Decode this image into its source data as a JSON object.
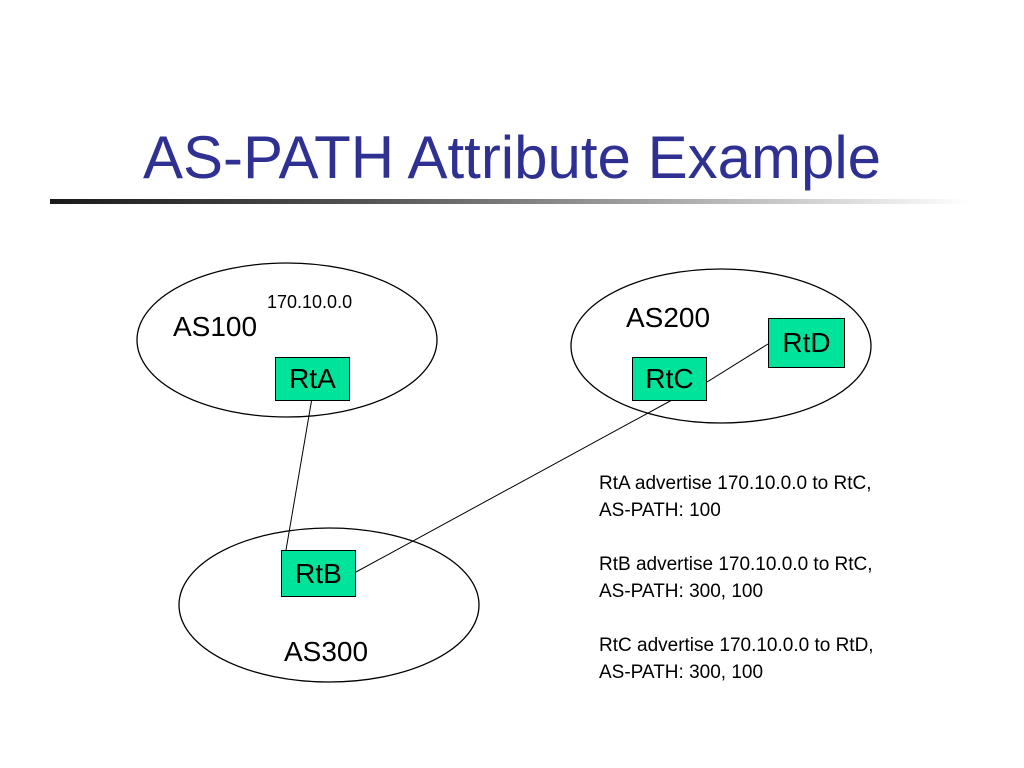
{
  "title": "AS-PATH Attribute Example",
  "autonomous_systems": [
    {
      "id": "as100",
      "label": "AS100"
    },
    {
      "id": "as200",
      "label": "AS200"
    },
    {
      "id": "as300",
      "label": "AS300"
    }
  ],
  "network_prefix": "170.10.0.0",
  "routers": [
    {
      "id": "rta",
      "label": "RtA",
      "as": "as100"
    },
    {
      "id": "rtb",
      "label": "RtB",
      "as": "as300"
    },
    {
      "id": "rtc",
      "label": "RtC",
      "as": "as200"
    },
    {
      "id": "rtd",
      "label": "RtD",
      "as": "as200"
    }
  ],
  "links": [
    {
      "from": "rta",
      "to": "rtb"
    },
    {
      "from": "rtb",
      "to": "rtc"
    },
    {
      "from": "rtc",
      "to": "rtd"
    }
  ],
  "notes": [
    {
      "line1": "RtA advertise 170.10.0.0 to RtC,",
      "line2": "AS-PATH:  100"
    },
    {
      "line1": "RtB advertise 170.10.0.0 to RtC,",
      "line2": "AS-PATH:  300, 100"
    },
    {
      "line1": "RtC advertise 170.10.0.0 to RtD,",
      "line2": "AS-PATH: 300, 100"
    }
  ],
  "colors": {
    "title": "#2e3192",
    "router_fill": "#00e39a",
    "outline": "#000000"
  }
}
